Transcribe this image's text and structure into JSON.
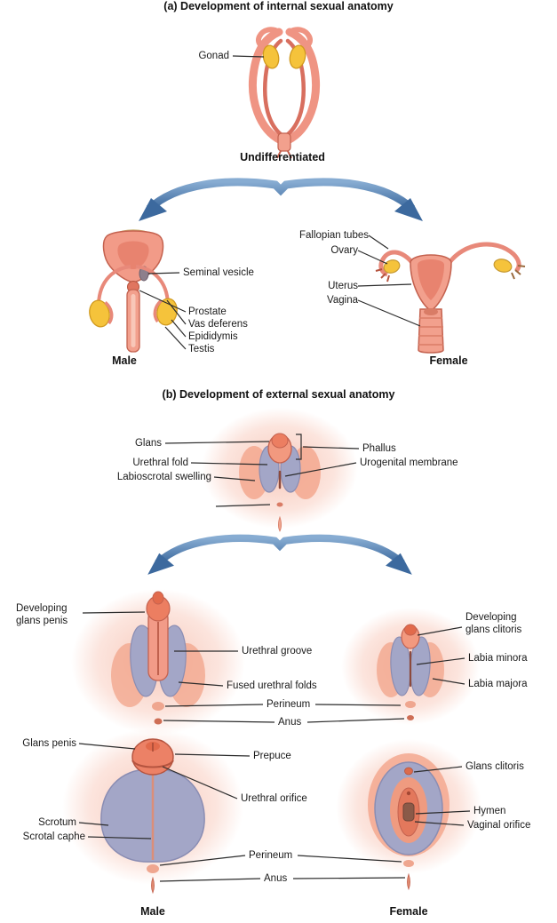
{
  "colors": {
    "salmon": "#F29B88",
    "salmon_dark": "#C4624F",
    "gonad_yellow": "#F5C33B",
    "bladder_yellow": "#EDDFA8",
    "swelling_purple": "#A3A6C7",
    "arrow_blue": "#3C699E",
    "leader_line": "#2B2B2B",
    "label_text": "#1A1A1A"
  },
  "section_a": {
    "title": "(a) Development of internal sexual anatomy",
    "labels": {
      "gonad": "Gonad",
      "undifferentiated": "Undifferentiated",
      "seminal_vesicle": "Seminal vesicle",
      "prostate": "Prostate",
      "vas_deferens": "Vas deferens",
      "epididymis": "Epididymis",
      "testis": "Testis",
      "fallopian_tubes": "Fallopian tubes",
      "ovary": "Ovary",
      "uterus": "Uterus",
      "vagina": "Vagina",
      "male_caption": "Male",
      "female_caption": "Female"
    }
  },
  "section_b": {
    "title": "(b) Development of external sexual anatomy",
    "labels": {
      "glans": "Glans",
      "phallus": "Phallus",
      "urethral_fold": "Urethral fold",
      "urogenital_membrane": "Urogenital membrane",
      "labioscrotal_swelling": "Labioscrotal swelling",
      "developing_glans_penis": "Developing glans penis",
      "developing_glans_clitoris": "Developing glans clitoris",
      "urethral_groove": "Urethral groove",
      "fused_urethral_folds": "Fused urethral folds",
      "labia_minora": "Labia minora",
      "labia_majora": "Labia majora",
      "perineum_dev": "Perineum",
      "anus_dev": "Anus",
      "glans_penis": "Glans penis",
      "prepuce": "Prepuce",
      "urethral_orifice": "Urethral orifice",
      "scrotum": "Scrotum",
      "scrotal_raphe": "Scrotal caphe",
      "glans_clitoris": "Glans clitoris",
      "hymen": "Hymen",
      "vaginal_orifice": "Vaginal orifice",
      "perineum_mature": "Perineum",
      "anus_mature": "Anus",
      "male_caption": "Male",
      "female_caption": "Female"
    }
  }
}
